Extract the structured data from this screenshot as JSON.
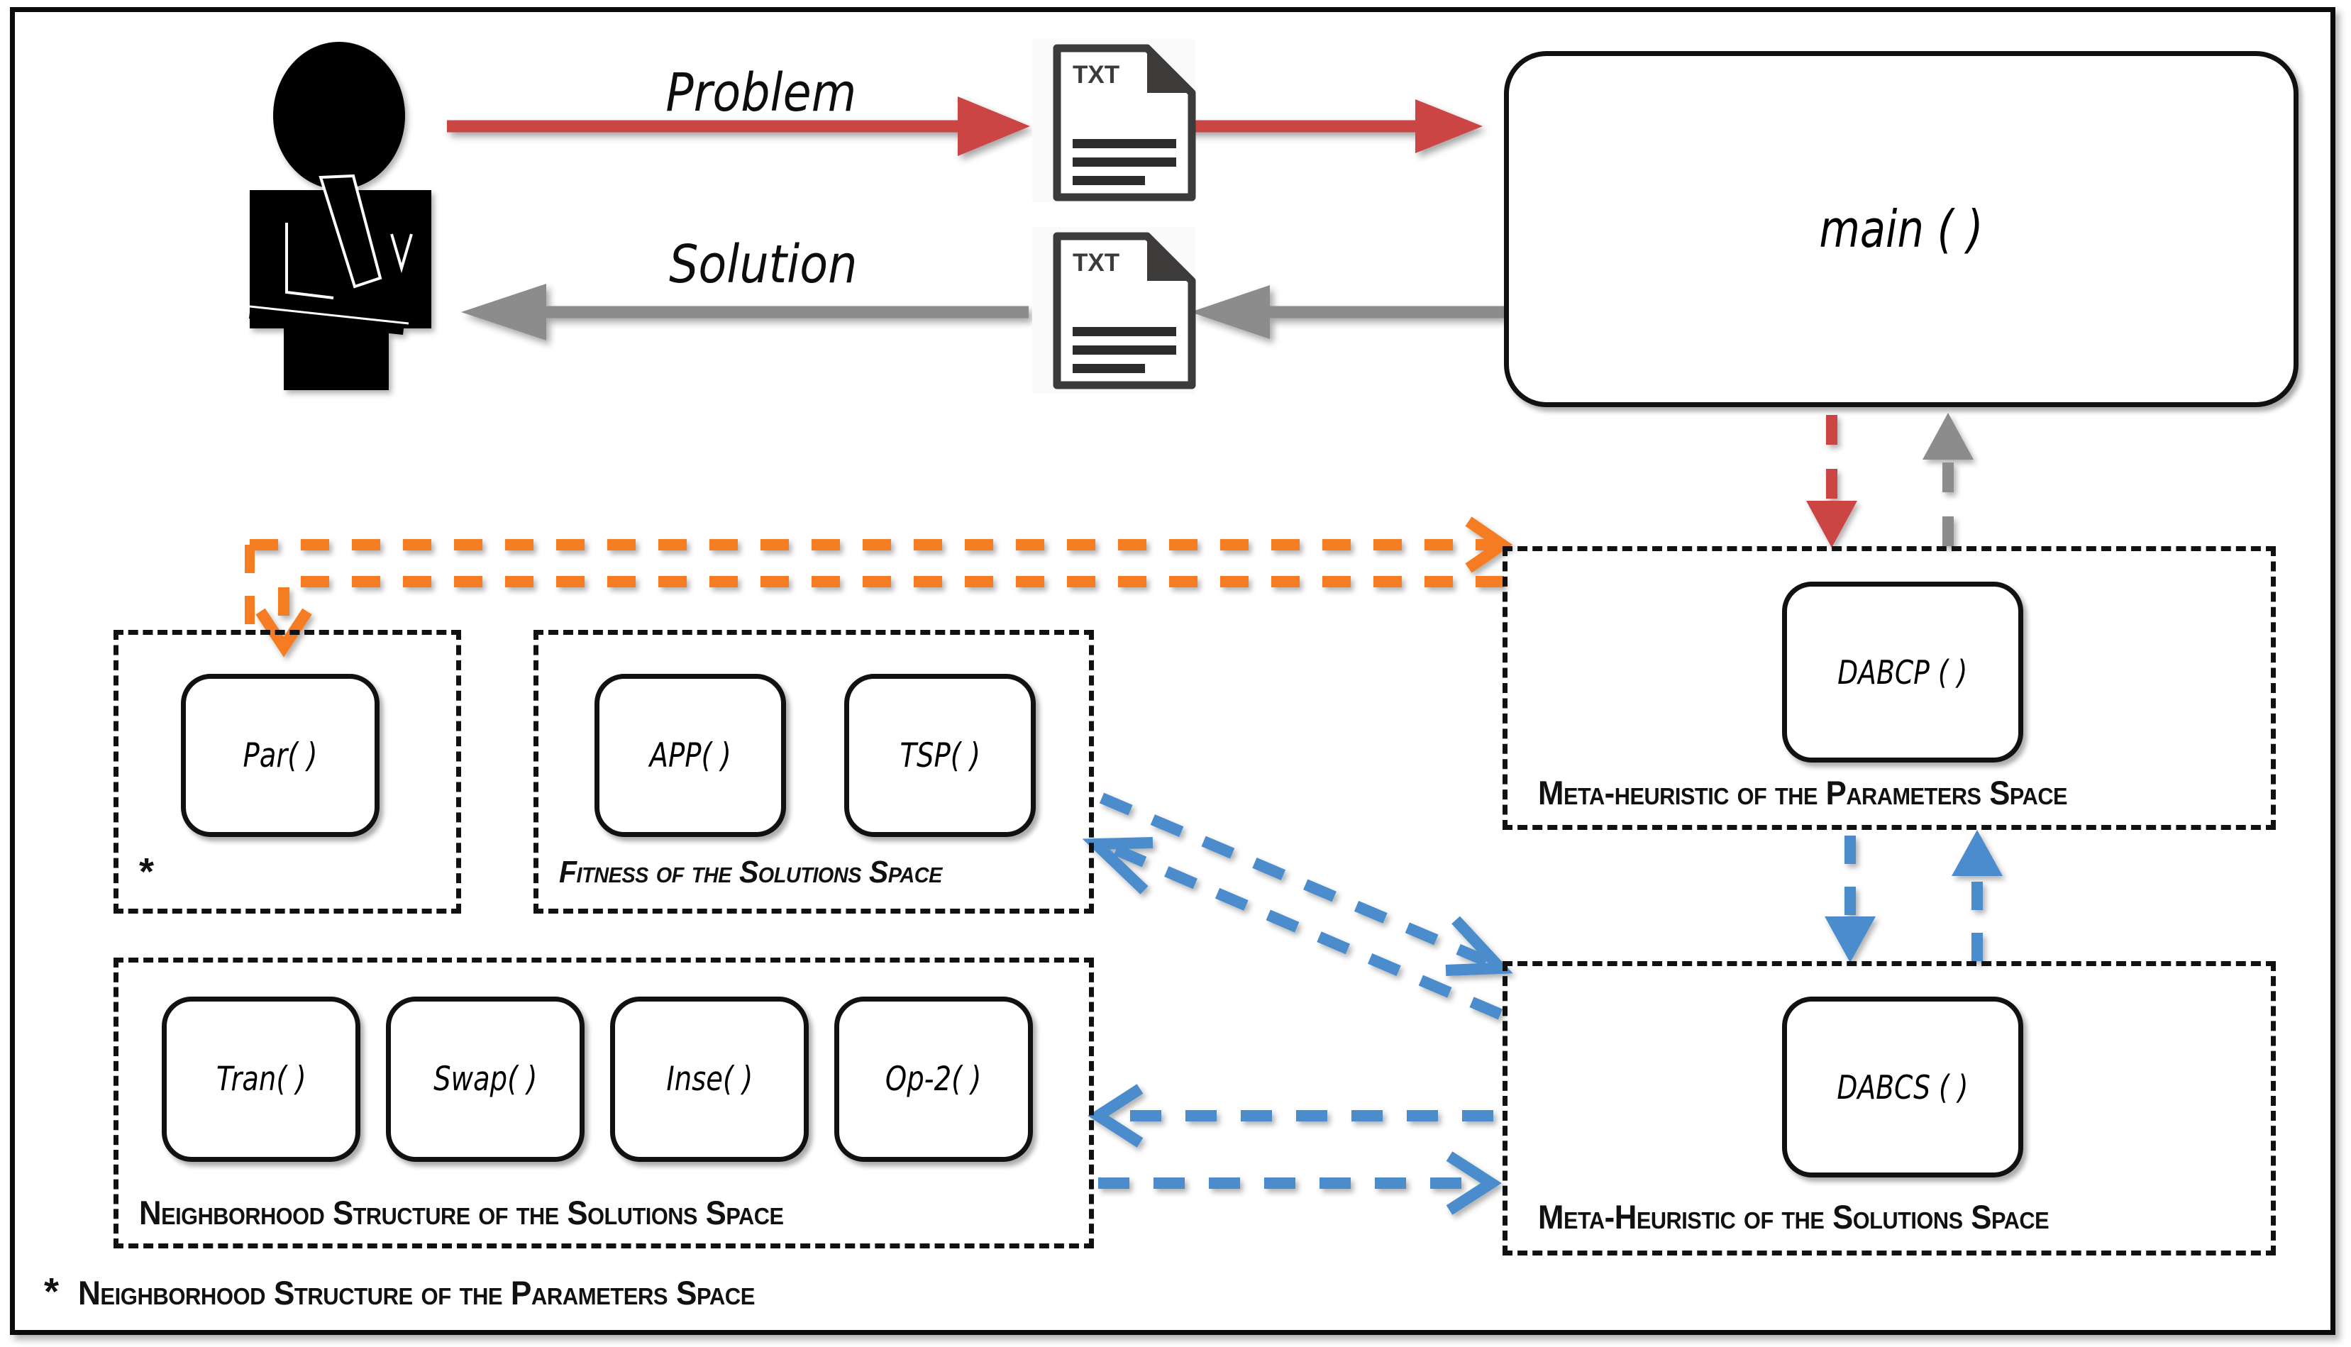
{
  "diagram": {
    "title_hidden": "",
    "colors": {
      "problem_arrow": "#cc4444",
      "solution_arrow": "#8c8c8c",
      "orange_arrow": "#f57c20",
      "blue_arrow": "#4b8ccd",
      "box_border": "#111111",
      "frame": "#0a0a0a",
      "doc_border": "#3d3a3a"
    },
    "actor": {
      "name": "thinking-person"
    },
    "documents": [
      {
        "label": "TXT",
        "role": "problem-file"
      },
      {
        "label": "TXT",
        "role": "solution-file"
      }
    ],
    "flows": [
      {
        "label": "Problem",
        "color": "#cc4444",
        "direction": "right"
      },
      {
        "label": "Solution",
        "color": "#8c8c8c",
        "direction": "left"
      }
    ],
    "main_box": {
      "label": "main ( )"
    },
    "parameters_space": {
      "box": {
        "label": "DABCP ( )"
      },
      "caption": "Meta-heuristic of the Parameters Space"
    },
    "solutions_space": {
      "box": {
        "label": "DABCS ( )"
      },
      "caption": "Meta-Heuristic of the Solutions Space"
    },
    "neighborhood_parameters": {
      "boxes": [
        {
          "label": "Par( )"
        }
      ],
      "caption": "*"
    },
    "fitness_solutions": {
      "boxes": [
        {
          "label": "APP( )"
        },
        {
          "label": "TSP( )"
        }
      ],
      "caption": "Fitness of the Solutions Space"
    },
    "neighborhood_solutions": {
      "boxes": [
        {
          "label": "Tran( )"
        },
        {
          "label": "Swap( )"
        },
        {
          "label": "Inse( )"
        },
        {
          "label": "Op-2( )"
        }
      ],
      "caption": "Neighborhood Structure of the Solutions Space"
    },
    "footnote": {
      "marker": "*",
      "text": "Neighborhood Structure of the Parameters Space"
    }
  }
}
